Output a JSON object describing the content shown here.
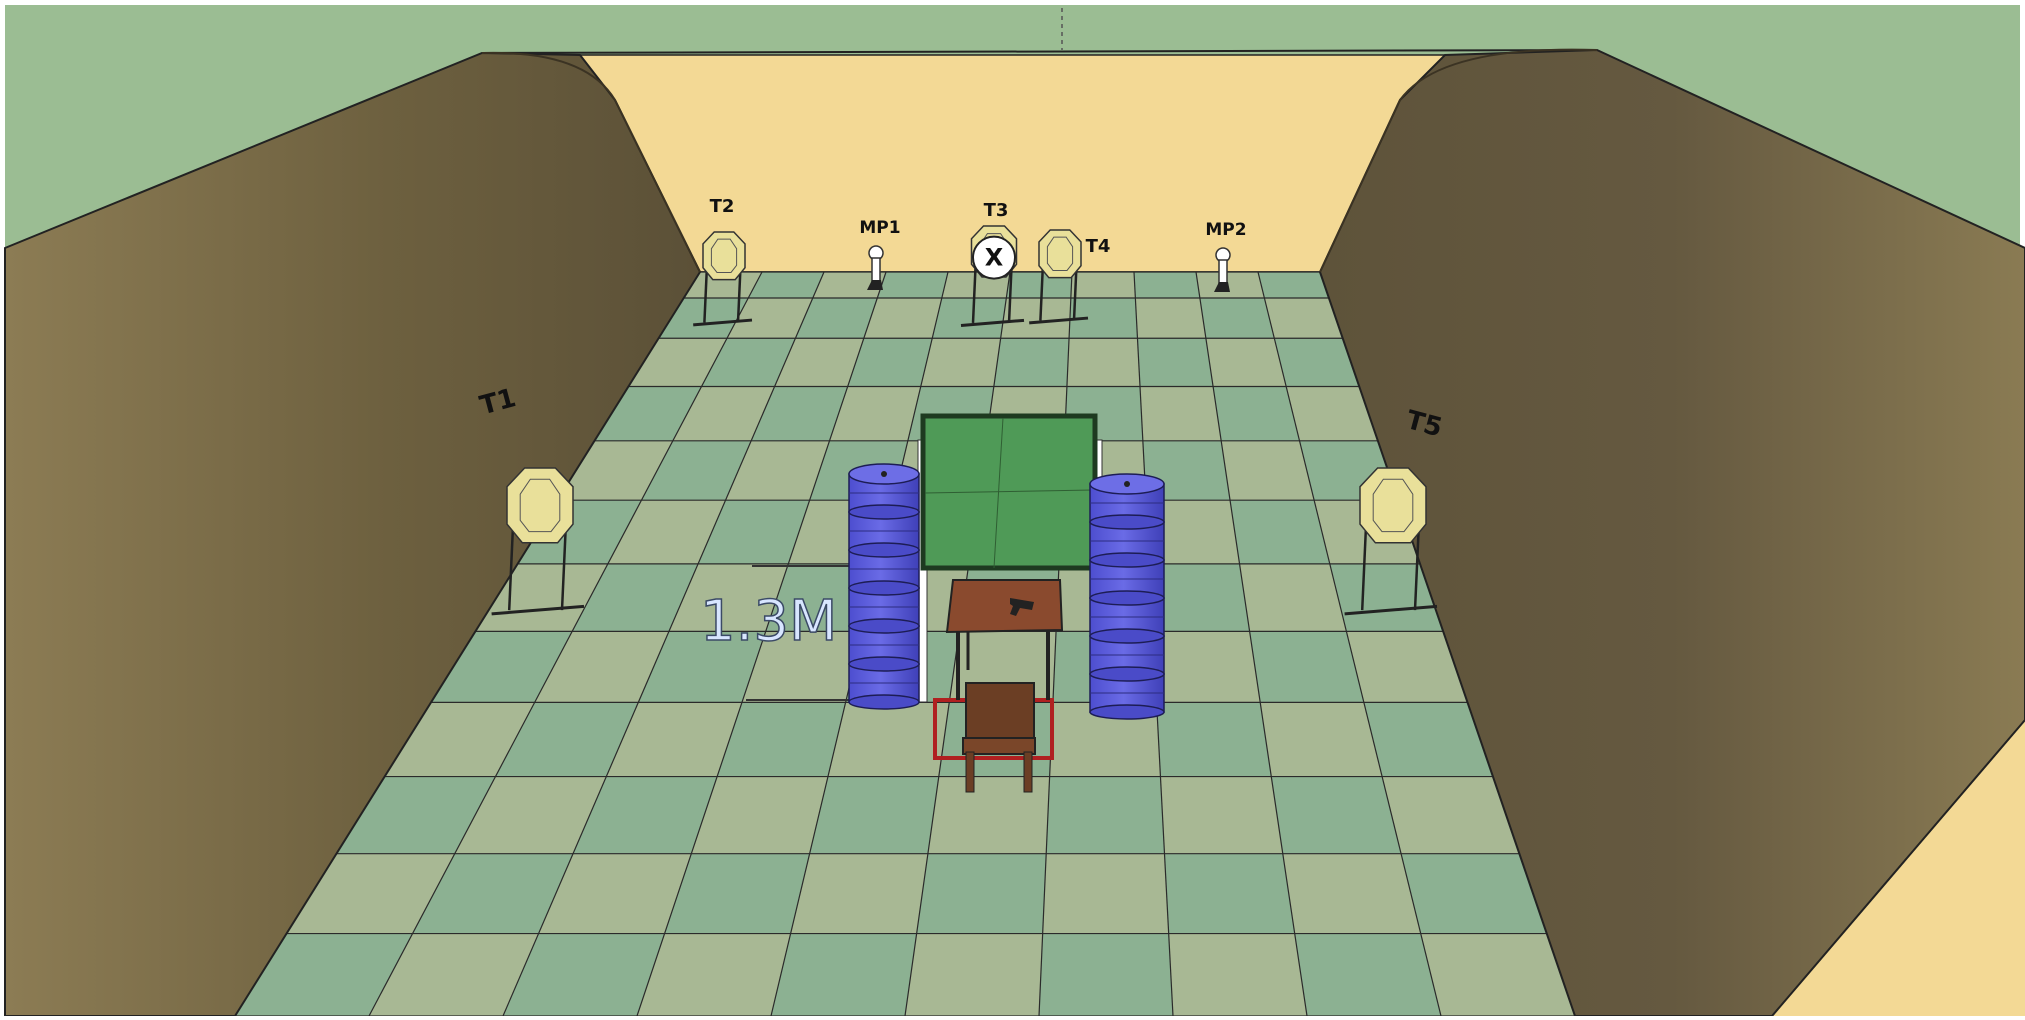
{
  "scene": {
    "targets": [
      {
        "id": "t1",
        "label": "T1"
      },
      {
        "id": "t2",
        "label": "T2"
      },
      {
        "id": "t3",
        "label": "T3",
        "no_shoot_mark": "X"
      },
      {
        "id": "t4",
        "label": "T4"
      },
      {
        "id": "t5",
        "label": "T5"
      }
    ],
    "poppers": [
      {
        "id": "mp1",
        "label": "MP1"
      },
      {
        "id": "mp2",
        "label": "MP2"
      }
    ],
    "distance_label": "1.3M"
  },
  "colors": {
    "sky": "#9bbd93",
    "back_wall": "#f3d995",
    "berm_top": "#8f7f57",
    "berm_shade": "#5e523a",
    "floor_light": "#a8b894",
    "floor_dark": "#8cb192",
    "barrel": "#5e5fd9",
    "window_green": "#4f9a57",
    "table": "#8a4a2e",
    "target_tan": "#e9e09a",
    "fault_line": "#b02020"
  },
  "icons": {
    "target": "ipsc-target-icon",
    "popper": "mini-popper-icon",
    "barrel": "barrel-icon",
    "chair": "chair-icon",
    "table": "table-icon",
    "pistol": "pistol-icon"
  }
}
